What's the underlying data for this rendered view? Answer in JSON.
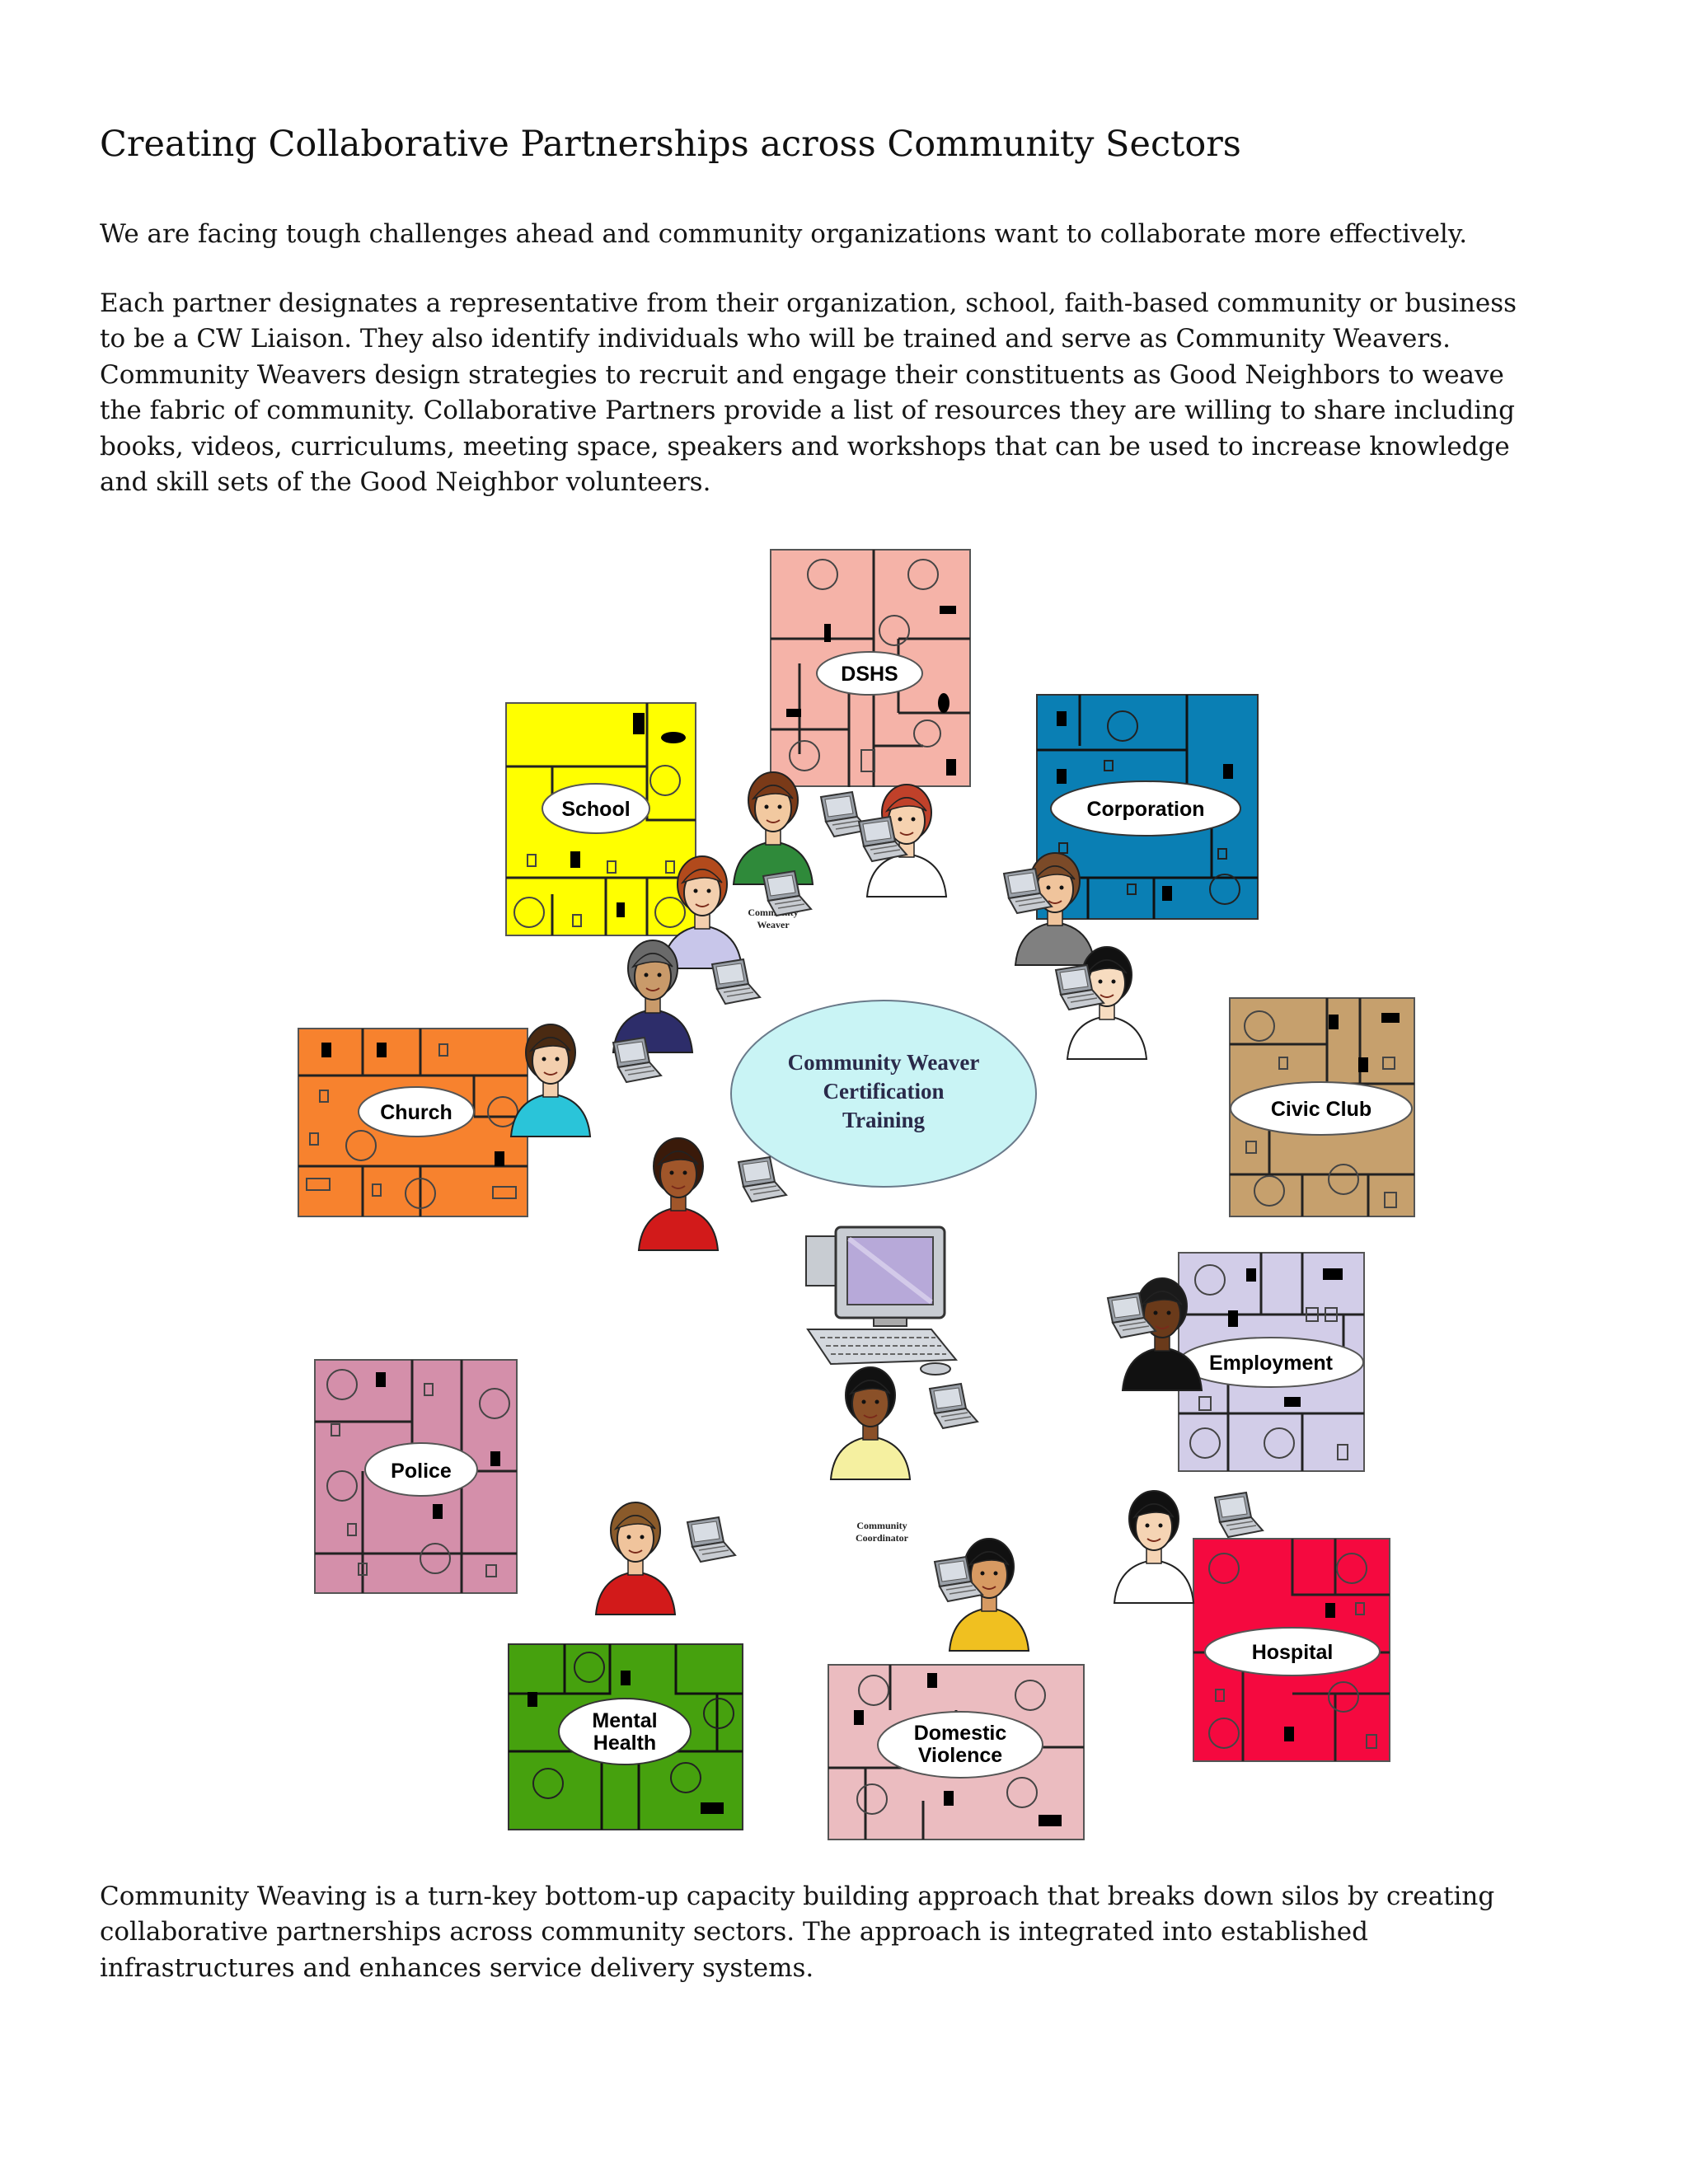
{
  "page": {
    "title": "Creating Collaborative Partnerships across Community Sectors",
    "intro": "We are facing tough challenges ahead and community organizations want to collaborate more effectively.",
    "paragraph2_lines": [
      "Each partner designates a representative from their organization, school, faith-based community or business",
      "to be a CW Liaison. They also identify individuals who will be trained and serve as Community Weavers.",
      "Community Weavers design strategies to recruit and engage their constituents as Good Neighbors to weave",
      "the fabric of community. Collaborative Partners provide a list of resources they are willing to share including",
      "books, videos, curriculums, meeting space, speakers and workshops that can be used to increase knowledge",
      "and skill sets of the Good Neighbor volunteers."
    ],
    "closing_lines": [
      "Community Weaving is a turn-key bottom-up capacity building approach that breaks down silos by creating",
      "collaborative partnerships across community sectors.  The approach is integrated into established",
      "infrastructures and enhances service delivery systems."
    ]
  },
  "diagram": {
    "center": {
      "lines": [
        "Community Weaver",
        "Certification",
        "Training"
      ],
      "fill": "#c9f4f5"
    },
    "captions": {
      "weaver": [
        "Community",
        "Weaver"
      ],
      "coordinator": [
        "Community",
        "Coordinator"
      ]
    },
    "organizations": [
      {
        "id": "dshs",
        "lines": [
          "DSHS"
        ],
        "color": "#f5b3a8"
      },
      {
        "id": "school",
        "lines": [
          "School"
        ],
        "color": "#ffff00"
      },
      {
        "id": "corporation",
        "lines": [
          "Corporation"
        ],
        "color": "#0a7fb4"
      },
      {
        "id": "church",
        "lines": [
          "Church"
        ],
        "color": "#f7822e"
      },
      {
        "id": "civic-club",
        "lines": [
          "Civic Club"
        ],
        "color": "#c6a06d"
      },
      {
        "id": "employment",
        "lines": [
          "Employment"
        ],
        "color": "#d2cde8"
      },
      {
        "id": "police",
        "lines": [
          "Police"
        ],
        "color": "#d48faa"
      },
      {
        "id": "hospital",
        "lines": [
          "Hospital"
        ],
        "color": "#f5093f"
      },
      {
        "id": "mental-health",
        "lines": [
          "Mental",
          "Health"
        ],
        "color": "#46a10e"
      },
      {
        "id": "domestic-violence",
        "lines": [
          "Domestic",
          "Violence"
        ],
        "color": "#ebbcc0"
      }
    ],
    "people": [
      {
        "id": "weaver-woman-green",
        "skin": "#f2c9a0",
        "hair": "#7a3a18",
        "shirt": "#2f8a3a"
      },
      {
        "id": "woman-red-hair",
        "skin": "#f6d2b0",
        "hair": "#c0412a",
        "shirt": "#ffffff"
      },
      {
        "id": "woman-lavender",
        "skin": "#f3cfae",
        "hair": "#b24a1c",
        "shirt": "#c8c6ea"
      },
      {
        "id": "businessman",
        "skin": "#f0c49c",
        "hair": "#7b4a28",
        "shirt": "#808080"
      },
      {
        "id": "older-man",
        "skin": "#c99a6a",
        "hair": "#6a6a6a",
        "shirt": "#2d2d6a"
      },
      {
        "id": "young-woman",
        "skin": "#f7dcc0",
        "hair": "#111111",
        "shirt": "#ffffff"
      },
      {
        "id": "woman-teal",
        "skin": "#f3cfae",
        "hair": "#4a2a12",
        "shirt": "#2ac4d9"
      },
      {
        "id": "man-black-shirt",
        "skin": "#6a3a1a",
        "hair": "#1a1a1a",
        "shirt": "#111111"
      },
      {
        "id": "man-red-shirt",
        "skin": "#a0562a",
        "hair": "#3a1a0a",
        "shirt": "#d21a1a"
      },
      {
        "id": "coordinator",
        "skin": "#8a5028",
        "hair": "#111111",
        "shirt": "#f5f0a0"
      },
      {
        "id": "man-glasses",
        "skin": "#f0c49c",
        "hair": "#8a5a2a",
        "shirt": "#d21a1a"
      },
      {
        "id": "young-man",
        "skin": "#f5d4b4",
        "hair": "#111111",
        "shirt": "#ffffff"
      },
      {
        "id": "woman-bindi",
        "skin": "#d79a62",
        "hair": "#111111",
        "shirt": "#f0c020"
      }
    ]
  }
}
